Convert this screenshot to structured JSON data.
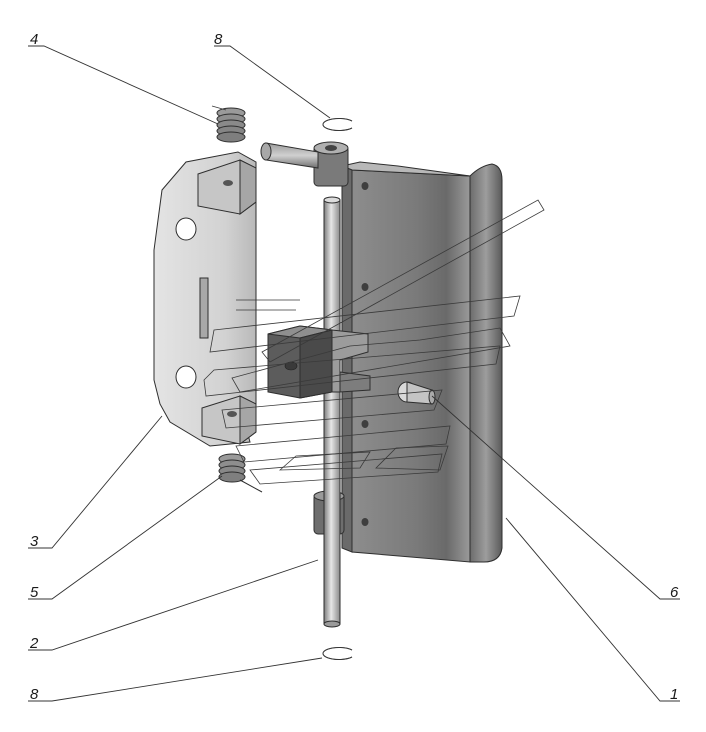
{
  "callouts": [
    {
      "id": "c4",
      "label": "4"
    },
    {
      "id": "c8a",
      "label": "8"
    },
    {
      "id": "c3",
      "label": "3"
    },
    {
      "id": "c5",
      "label": "5"
    },
    {
      "id": "c2",
      "label": "2"
    },
    {
      "id": "c8b",
      "label": "8"
    },
    {
      "id": "c6",
      "label": "6"
    },
    {
      "id": "c1",
      "label": "1"
    }
  ],
  "colors": {
    "line": "#333333",
    "part_light": "#d6d6d6",
    "part_mid": "#a9a9a9",
    "part_dark": "#5e5e5e",
    "background": "#ffffff"
  }
}
